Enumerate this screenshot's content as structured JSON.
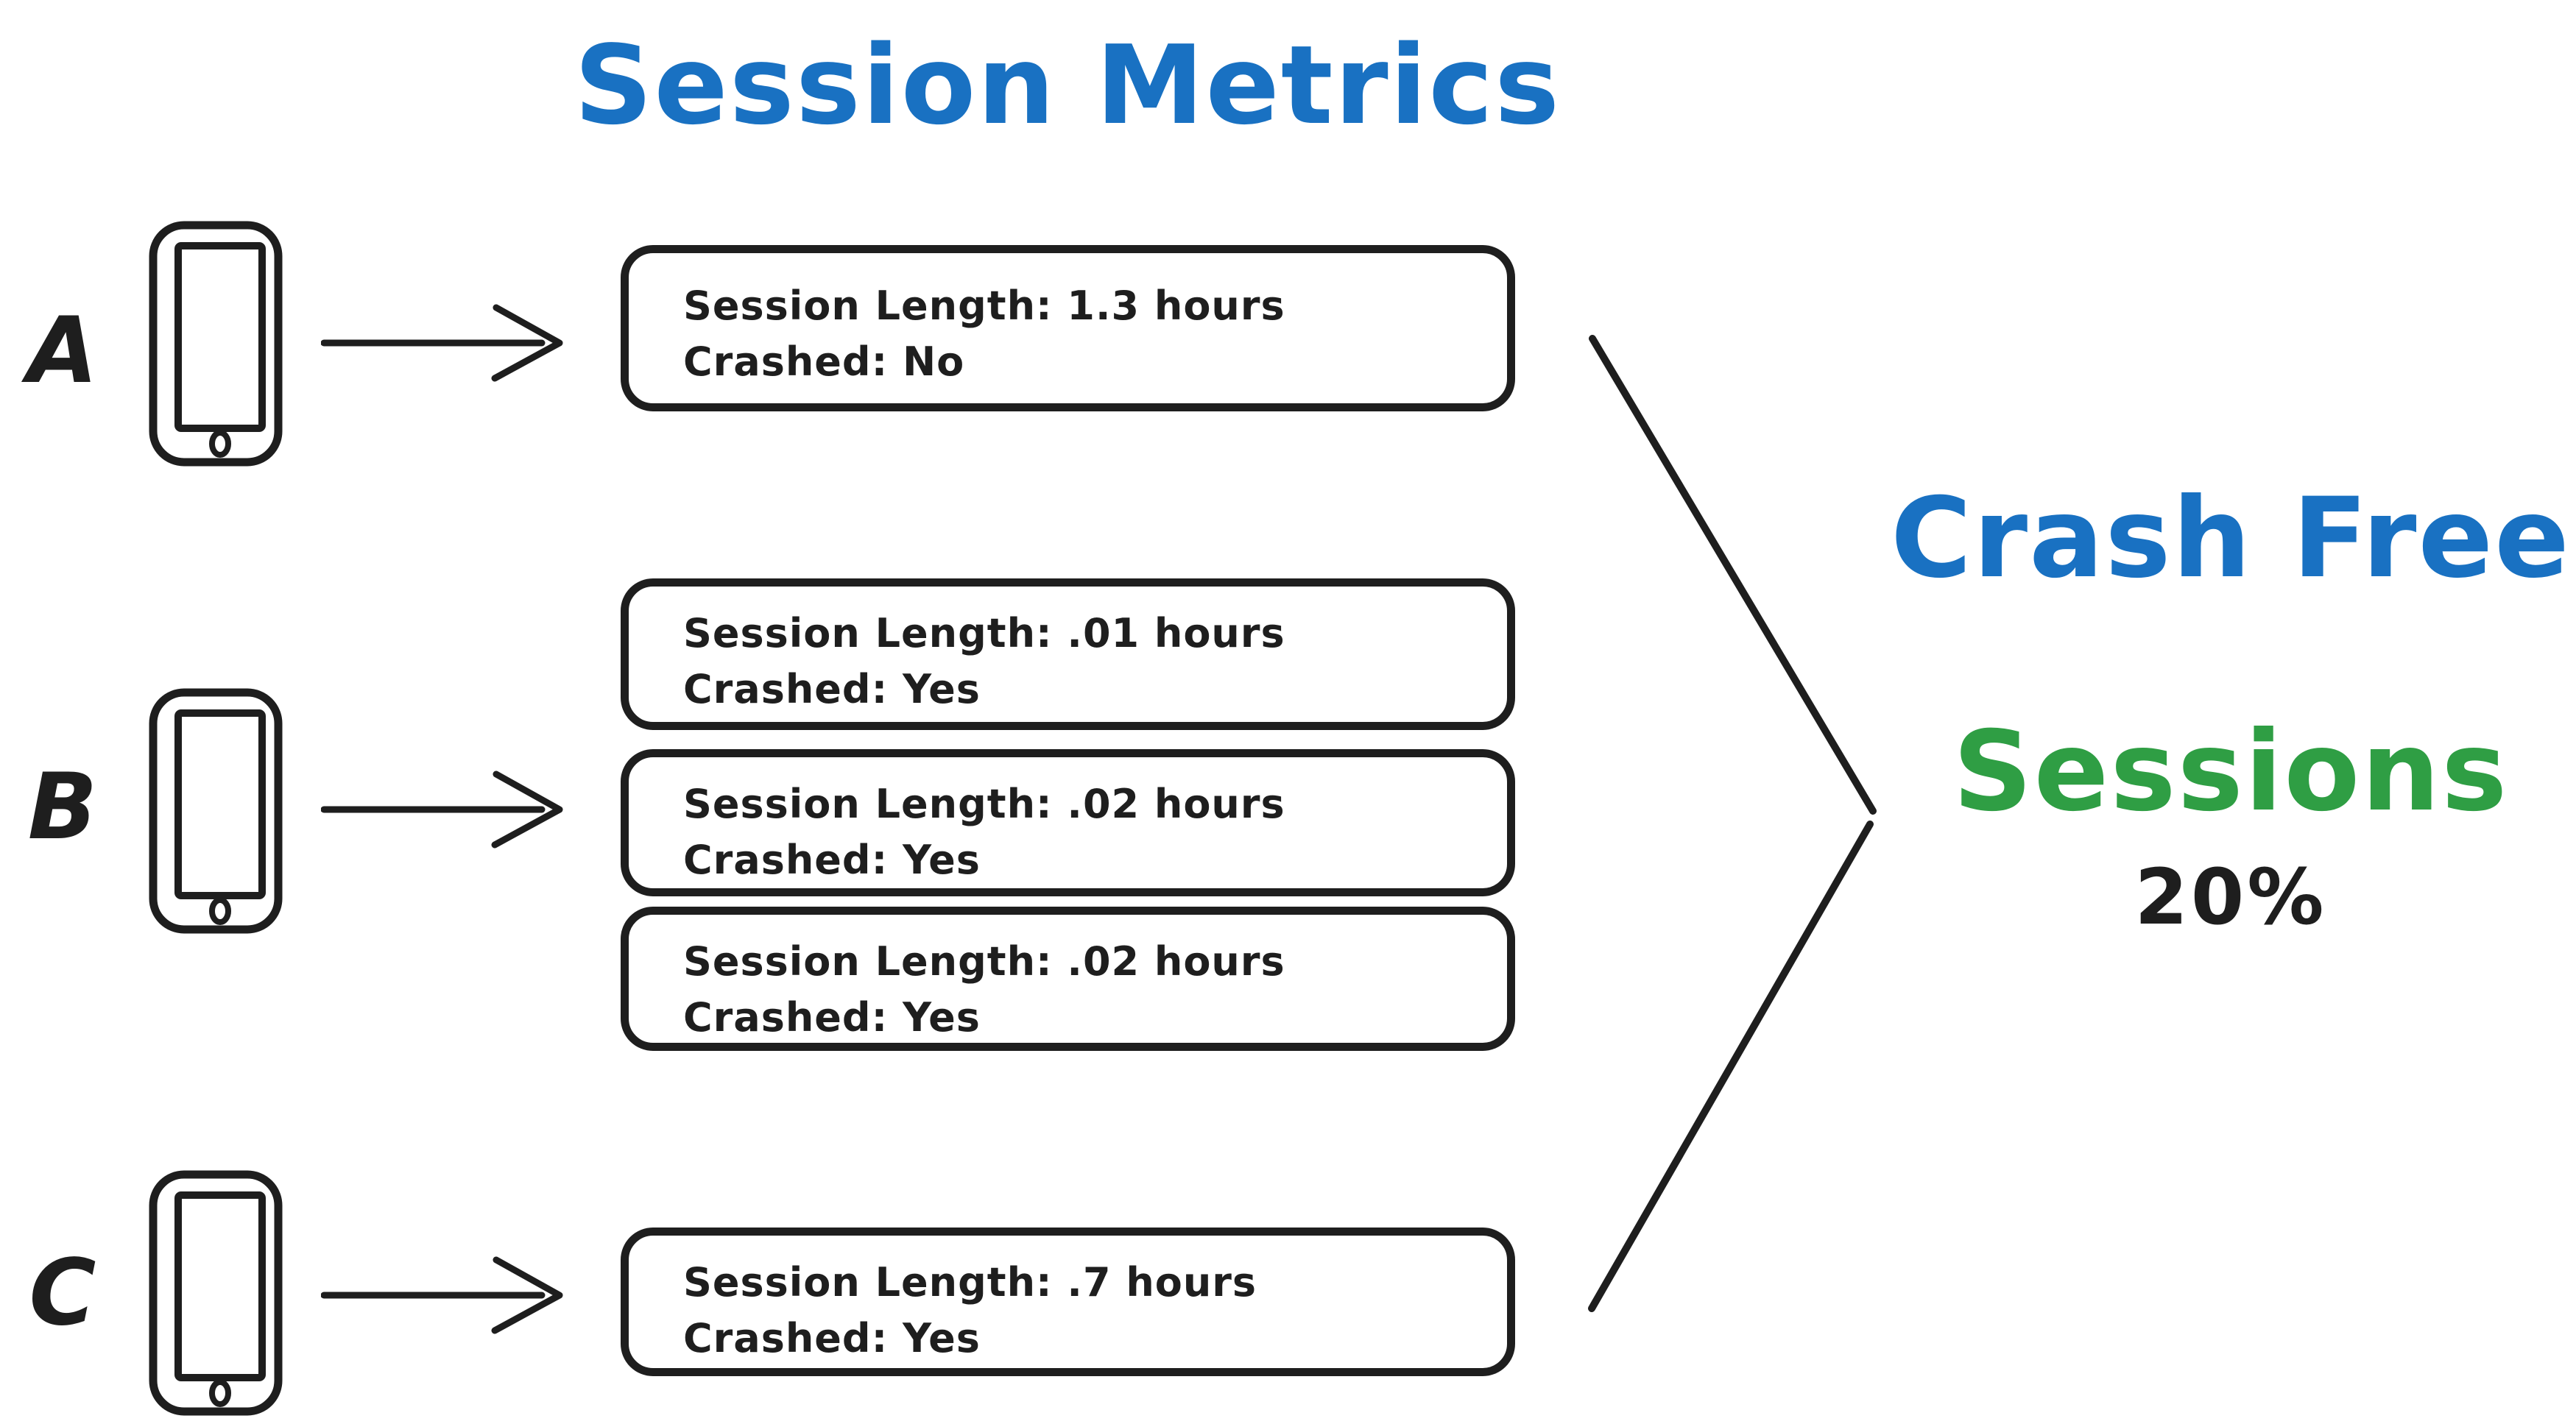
{
  "title": {
    "text": "Session Metrics"
  },
  "colors": {
    "title_blue": "#1971c2",
    "sessions_green": "#2f9e44",
    "ink_black": "#1e1e1e",
    "background": "#ffffff"
  },
  "icons": {
    "device": "smartphone-icon",
    "flow": "arrow-right-icon",
    "merge": "chevron-merge-icon"
  },
  "devices": [
    {
      "label": "A",
      "boxes": [
        {
          "line1": "Session Length: 1.3 hours",
          "line2": "Crashed: No"
        }
      ]
    },
    {
      "label": "B",
      "boxes": [
        {
          "line1": "Session Length: .01 hours",
          "line2": "Crashed: Yes"
        },
        {
          "line1": "Session Length: .02 hours",
          "line2": "Crashed: Yes"
        },
        {
          "line1": "Session Length: .02 hours",
          "line2": "Crashed: Yes"
        }
      ]
    },
    {
      "label": "C",
      "boxes": [
        {
          "line1": "Session Length: .7 hours",
          "line2": "Crashed: Yes"
        }
      ]
    }
  ],
  "result": {
    "heading_line1": "Crash Free",
    "heading_line2": "Sessions",
    "value": "20%"
  }
}
